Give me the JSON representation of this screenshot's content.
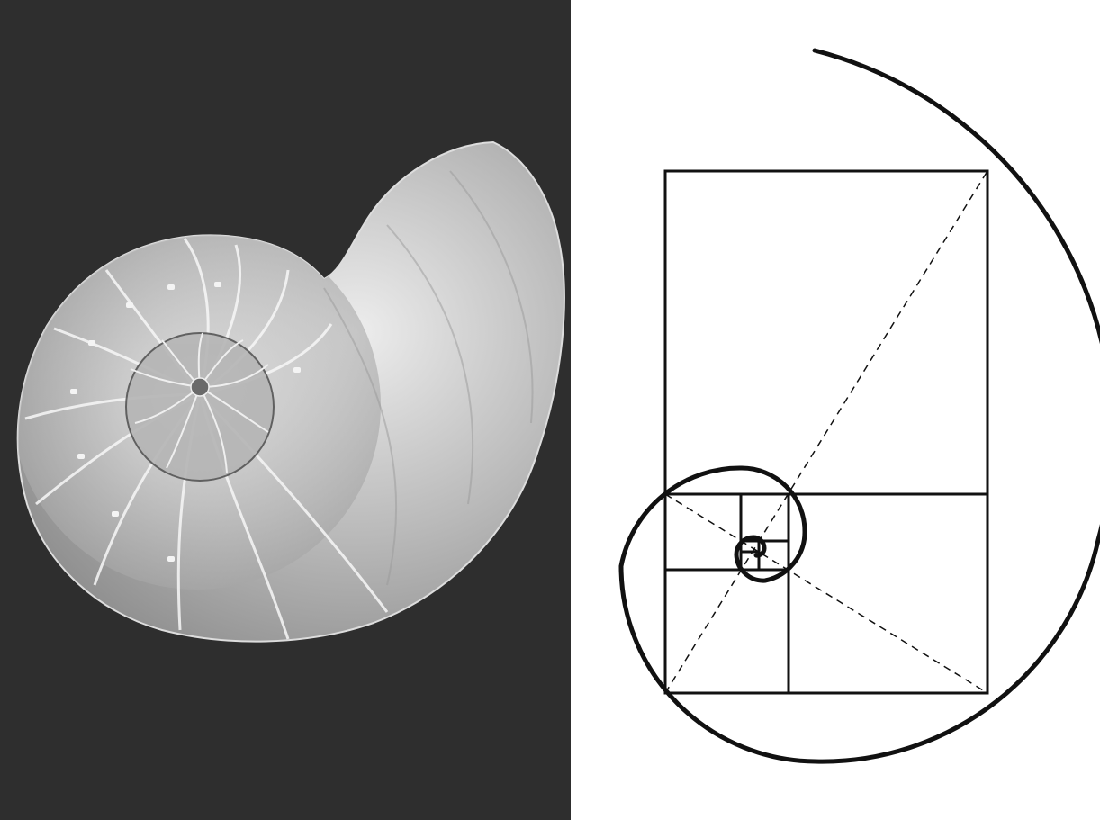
{
  "colors": {
    "photo_background": "#2e2e2e",
    "shell_light": "#ededed",
    "shell_mid": "#b9b9b9",
    "shell_dark": "#8c8c8c",
    "diagram_line": "#111111",
    "page_background": "#ffffff"
  },
  "photo": {
    "subject": "nautilus-shell-cross-section"
  },
  "diagram": {
    "subject": "golden-rectangle-spiral",
    "line_styles": {
      "spiral": "thick-solid",
      "rectangles": "solid",
      "diagonals": "dashed"
    }
  }
}
